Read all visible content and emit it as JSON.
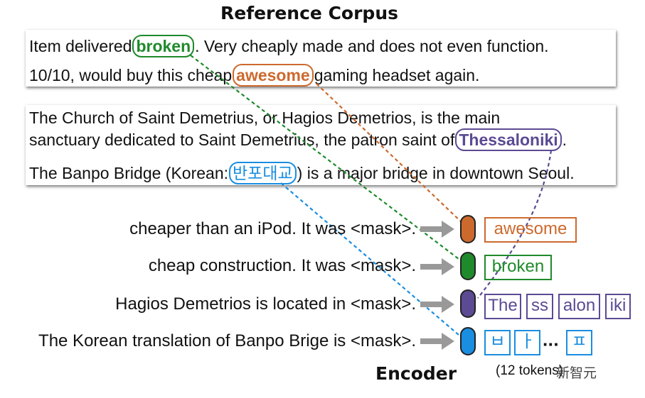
{
  "title": "Reference Corpus",
  "reference": {
    "line1": {
      "before": "Item delivered",
      "highlight": "broken",
      "after": ". Very cheaply made and does not even function."
    },
    "line2": {
      "before": "10/10, would buy this cheap",
      "highlight": "awesome",
      "after": "gaming headset again."
    },
    "line3": {
      "text": "The Church of Saint Demetrius, or Hagios Demetrios, is the main"
    },
    "line4": {
      "before": "sanctuary dedicated to Saint Demetrius, the patron saint of",
      "highlight": "Thessaloniki",
      "after": "."
    },
    "line5": {
      "before": "The Banpo Bridge (Korean:",
      "highlight": "반포대교",
      "after": ") is a major bridge in downtown Seoul."
    }
  },
  "queries": [
    "cheaper than an iPod. It was <mask>.",
    "cheap construction. It was <mask>.",
    "Hagios Demetrios is located in <mask>.",
    "The Korean translation of Banpo Brige is <mask>."
  ],
  "outputs": {
    "row1": [
      "awesome"
    ],
    "row2": [
      "broken"
    ],
    "row3": [
      "The",
      "ss",
      "alon",
      "iki"
    ],
    "row4": [
      "ㅂ",
      "ㅏ",
      "ㅍ"
    ],
    "ellipsis": "···",
    "token_count": "(12 tokens)"
  },
  "encoder_label": "Encoder",
  "watermark": "新智元",
  "colors": {
    "orange": "#cc6a2e",
    "green": "#1f8a2b",
    "purple": "#5c4a93",
    "blue": "#1a8ee0",
    "arrow": "#999999"
  }
}
